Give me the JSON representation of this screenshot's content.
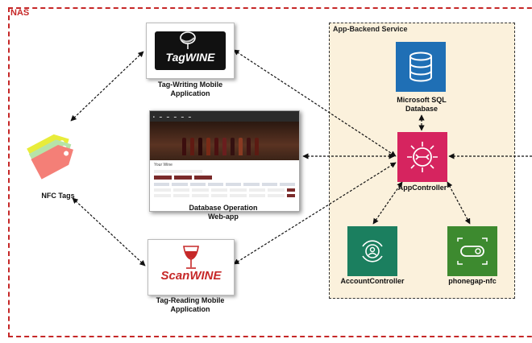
{
  "nas": {
    "label": "NAS"
  },
  "backend": {
    "label": "App-Backend Service"
  },
  "nodes": {
    "nfc_tags": "NFC Tags",
    "tag_writing": "Tag-Writing Mobile\nApplication",
    "tagwine_logo": "TagWINE",
    "web_app": "Database Operation\nWeb-app",
    "tag_reading": "Tag-Reading Mobile\nApplication",
    "scanwine_logo": "ScanWINE",
    "sql": "Microsoft SQL\nDatabase",
    "app_controller": "AppController",
    "account_controller": "AccountController",
    "phonegap": "phonegap-nfc"
  },
  "web": {
    "title": "Your Wine"
  },
  "colors": {
    "nas": "#c62828",
    "backend_bg": "#fbf1dc",
    "sql": "#1f6fb5",
    "app_controller": "#d6245f",
    "account_controller": "#1b7f5f",
    "phonegap": "#3d8a2f"
  }
}
